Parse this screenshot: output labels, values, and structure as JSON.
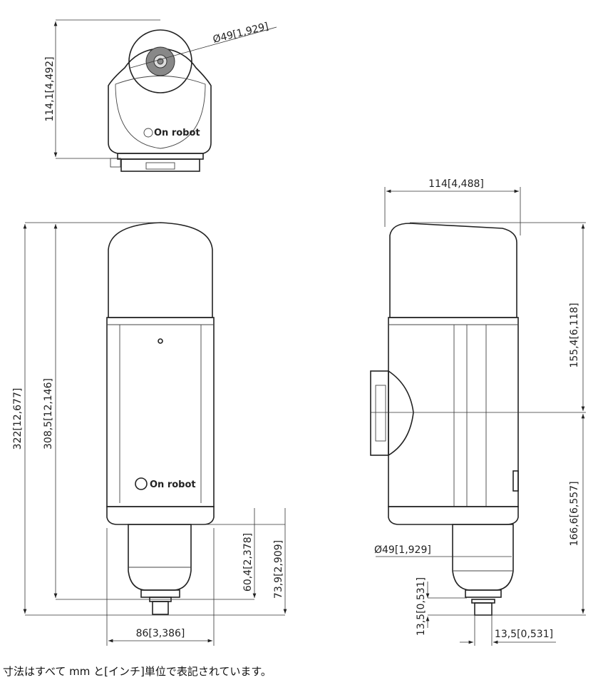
{
  "top_view": {
    "height_dim": "114,1[4,492]",
    "diameter_dim": "Ø49[1,929]",
    "logo": "On robot"
  },
  "front_view": {
    "overall_height_dim": "322[12,677]",
    "body_height_dim": "308,5[12,146]",
    "lower_dim_1": "60,4[2,378]",
    "lower_dim_2": "73,9[2,909]",
    "width_dim": "86[3,386]",
    "logo": "On robot"
  },
  "side_view": {
    "width_dim": "114[4,488]",
    "upper_dim": "155,4[6,118]",
    "lower_dim": "166,6[6,557]",
    "diameter_dim": "Ø49[1,929]",
    "connector_height_dim": "13,5[0,531]",
    "connector_width_dim": "13,5[0,531]"
  },
  "footnote": "寸法はすべて mm と[インチ]単位で表記されています。"
}
